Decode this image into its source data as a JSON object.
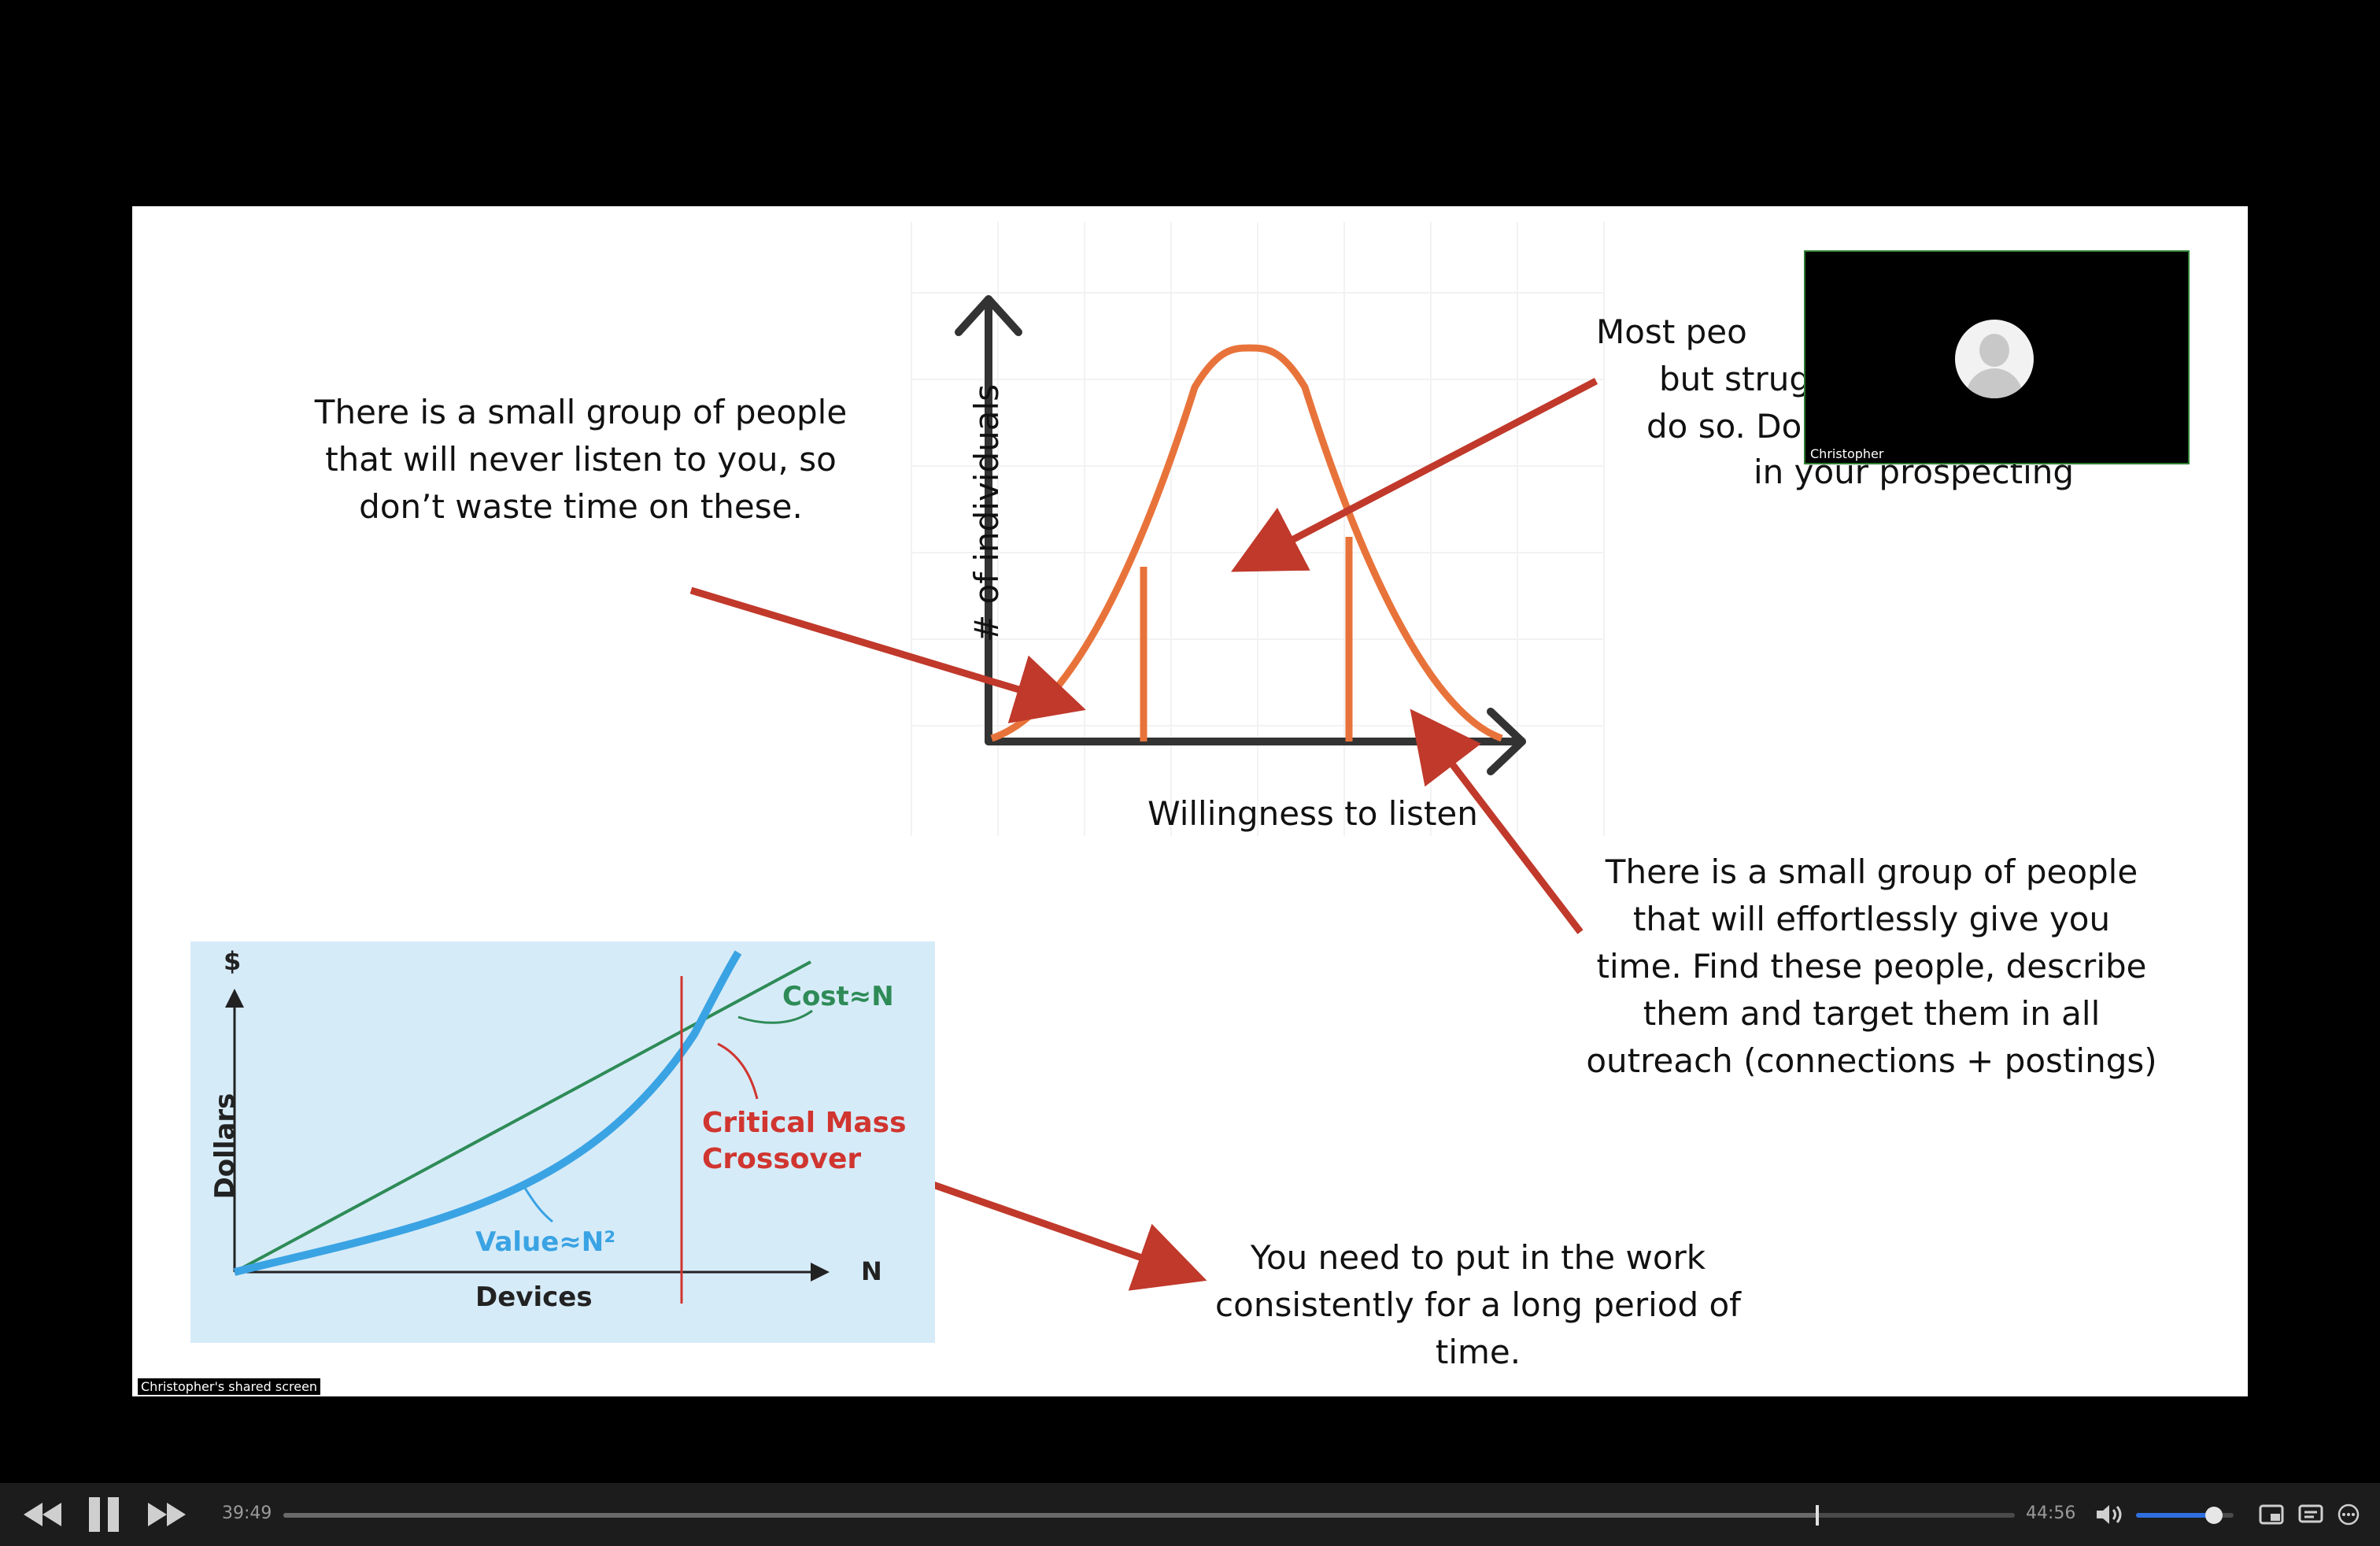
{
  "slide": {
    "text_left_top": "There is a small group of people\nthat will never listen to you, so\ndon’t waste time on these.",
    "text_right_top_l1": "Most peo",
    "text_right_top_l2": "but strug",
    "text_right_top_l3": "do so. Do",
    "text_right_top_l4": "in your prospecting",
    "text_right_mid": "There is a small group of people\nthat will effortlessly give you\ntime. Find these people, describe\nthem and target them in all\noutreach (connections + postings)",
    "text_bottom": "You need to put in the work\nconsistently for a long period of\ntime.",
    "chart_ylabel": "# of individuals",
    "chart_xlabel": "Willingness to listen",
    "colors": {
      "curve": "#e8733a",
      "arrow": "#c0392b",
      "axis": "#333333"
    }
  },
  "inset": {
    "y_unit": "$",
    "y_label": "Dollars",
    "x_unit": "N",
    "x_label": "Devices",
    "cost_label": "Cost≈N",
    "value_label": "Value≈N²",
    "crossover_l1": "Critical Mass",
    "crossover_l2": "Crossover",
    "colors": {
      "background": "#d6ebf8",
      "value": "#3aa3e3",
      "cost": "#2e8b57",
      "crossover": "#d0352f"
    }
  },
  "share_badge": "Christopher's shared screen",
  "webcam": {
    "name": "Christopher"
  },
  "controls": {
    "time_current": "39:49",
    "time_total": "44:56",
    "progress": 0.886,
    "volume": 0.8,
    "icons": [
      "rewind-icon",
      "pause-icon",
      "fast-forward-icon",
      "volume-icon",
      "pip-icon",
      "captions-icon",
      "more-icon"
    ]
  }
}
